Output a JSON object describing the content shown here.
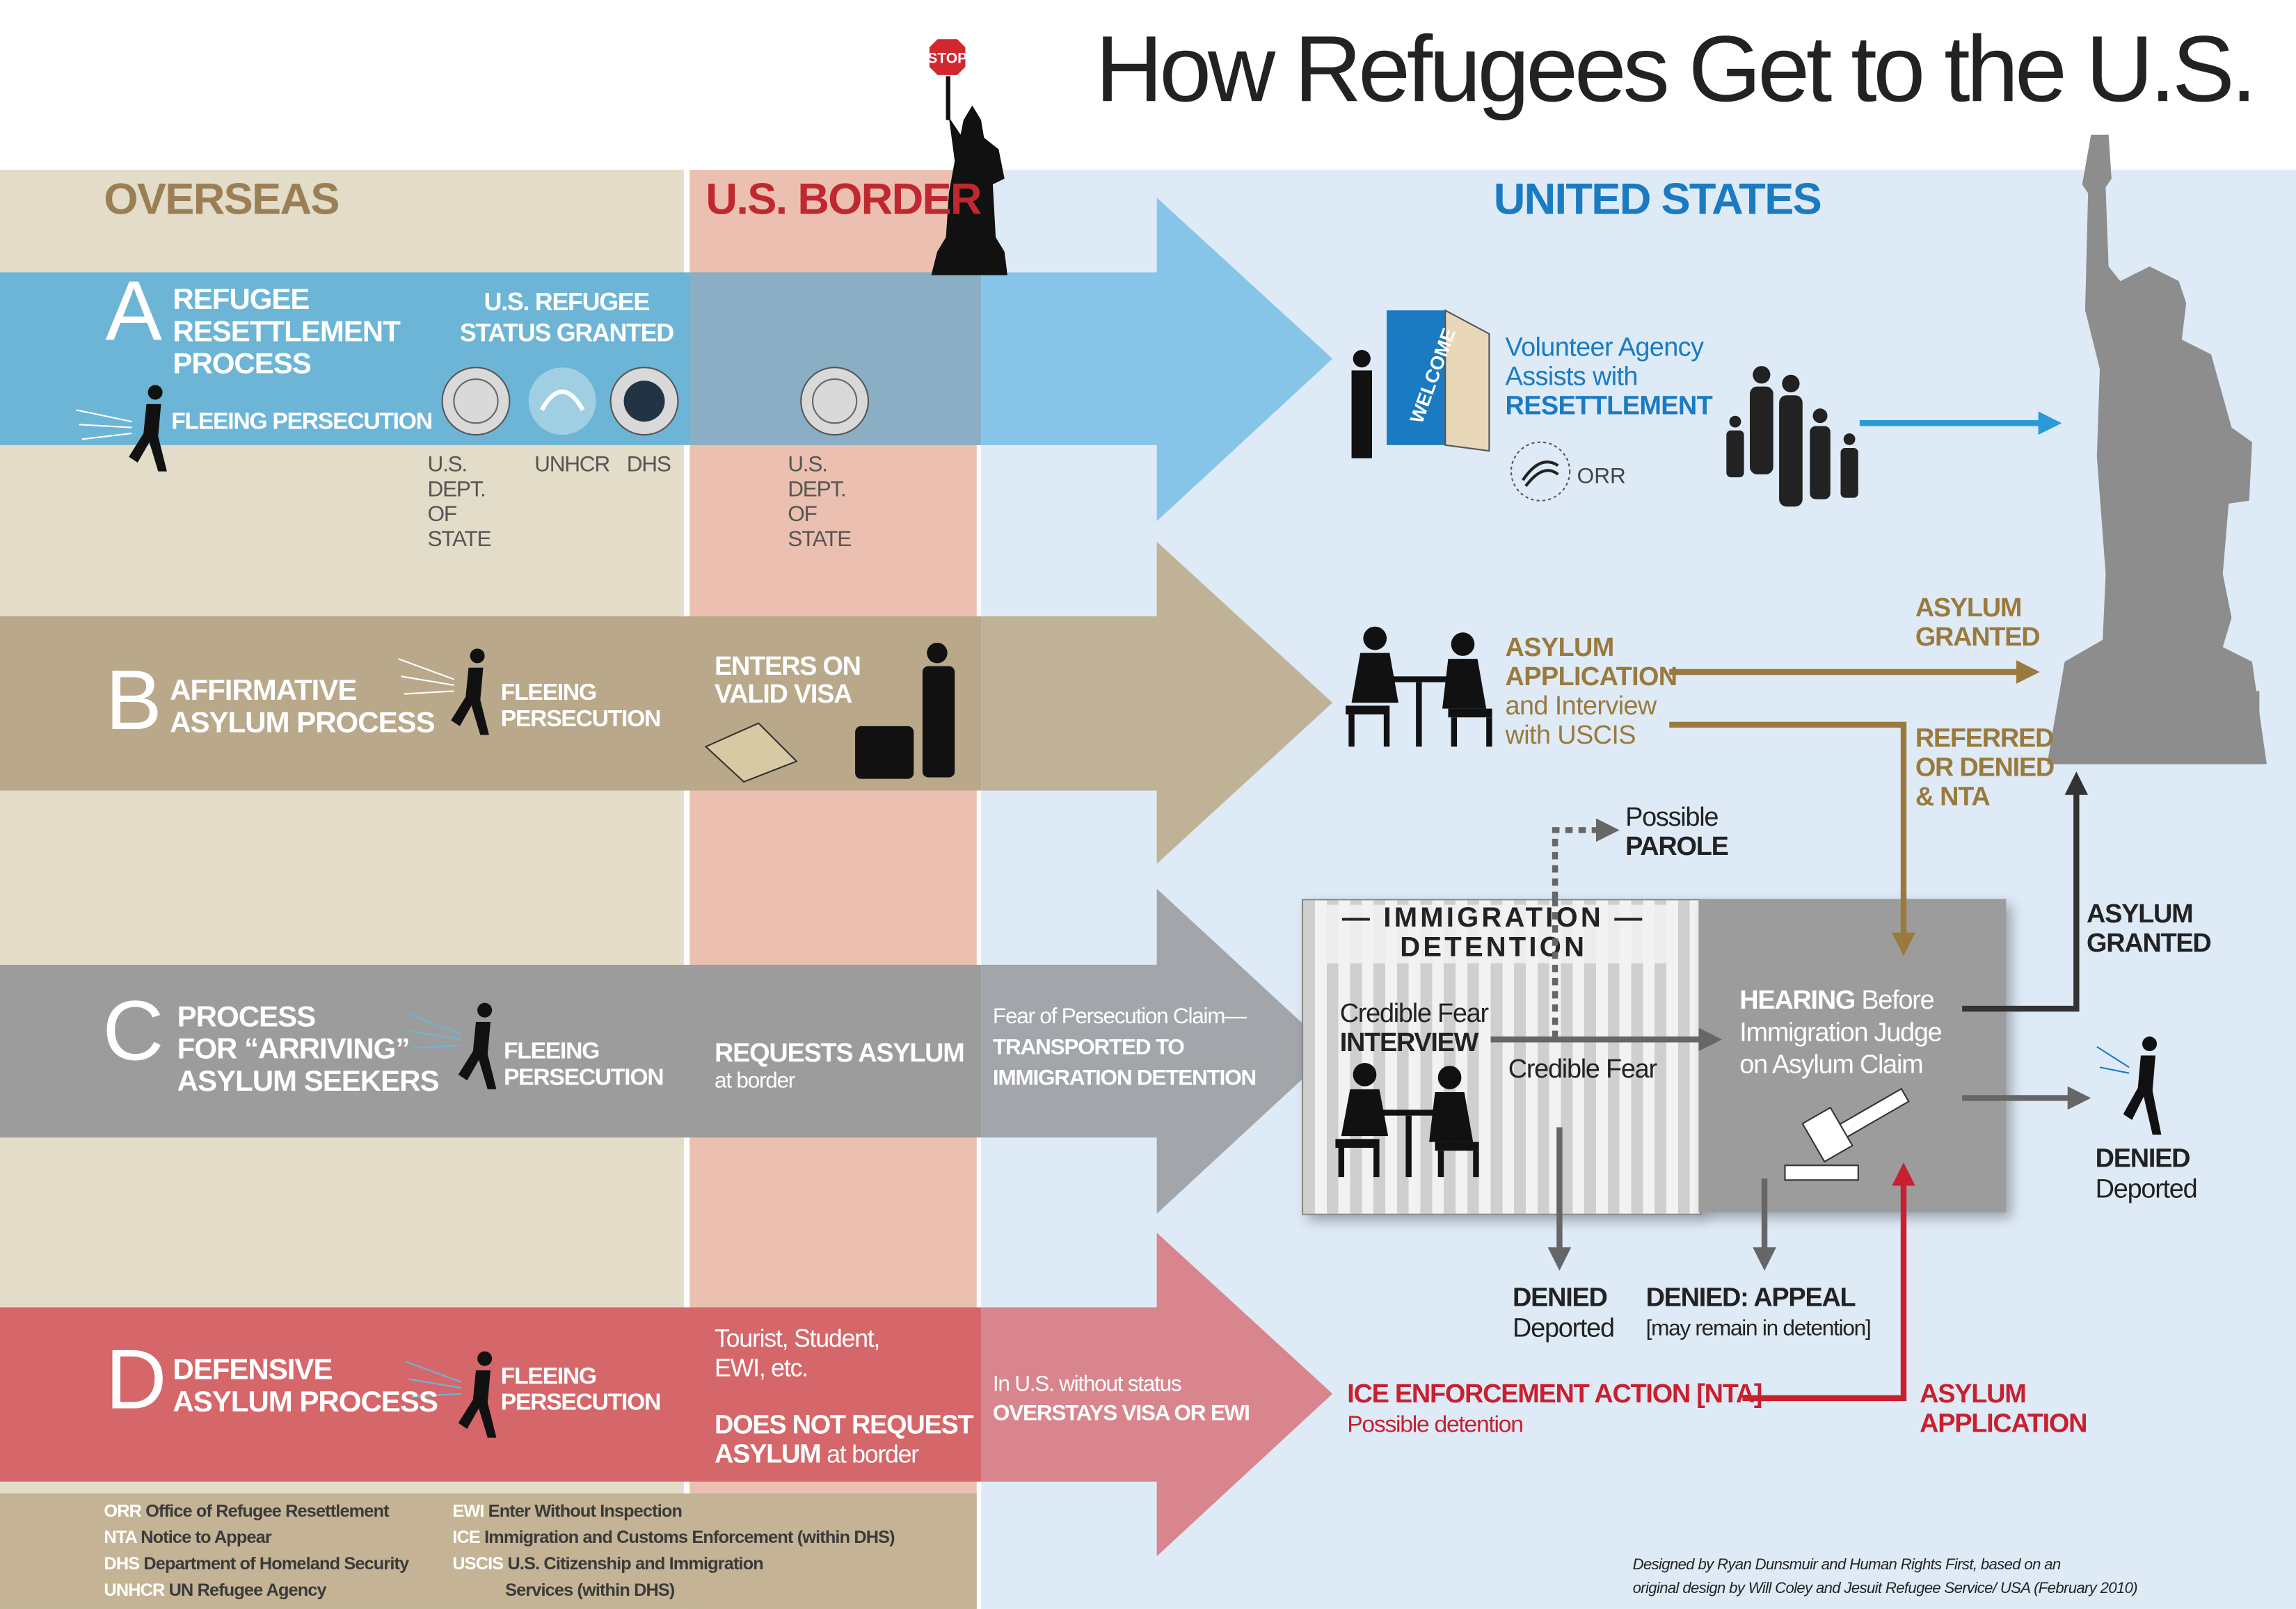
{
  "title": "How Refugees Get to the U.S.",
  "stop_sign": "STOP",
  "columns": {
    "overseas": "OVERSEAS",
    "border": "U.S. BORDER",
    "us": "UNITED STATES"
  },
  "colors": {
    "overseas_bg": "#e3dcc9",
    "border_bg": "#ecc0b1",
    "us_bg": "#deebf7",
    "row_a": "#6db5d6",
    "row_b": "#b9a98a",
    "row_c": "#9c9c9c",
    "row_d": "#d5676a",
    "gold": "#9a7a3c",
    "red": "#c8202e",
    "blue": "#1a7ac2"
  },
  "row_a": {
    "letter": "A",
    "title": [
      "REFUGEE",
      "RESETTLEMENT",
      "PROCESS"
    ],
    "fleeing": "FLEEING PERSECUTION",
    "status": [
      "U.S. REFUGEE",
      "STATUS GRANTED"
    ],
    "agencies": [
      "U.S. DEPT. OF STATE",
      "UNHCR",
      "DHS"
    ],
    "border_agency": "U.S. DEPT. OF STATE",
    "us": {
      "welcome": "WELCOME",
      "line1": "Volunteer Agency",
      "line2": "Assists with",
      "line3": "RESETTLEMENT",
      "orr": "ORR"
    }
  },
  "row_b": {
    "letter": "B",
    "title": [
      "AFFIRMATIVE",
      "ASYLUM PROCESS"
    ],
    "fleeing": [
      "FLEEING",
      "PERSECUTION"
    ],
    "border": [
      "ENTERS ON",
      "VALID VISA"
    ],
    "us": {
      "line1": "ASYLUM",
      "line2": "APPLICATION",
      "line3": "and Interview",
      "line4": "with USCIS",
      "granted": [
        "ASYLUM",
        "GRANTED"
      ],
      "referred": [
        "REFERRED",
        "OR DENIED",
        "& NTA"
      ]
    }
  },
  "row_c": {
    "letter": "C",
    "title": [
      "PROCESS",
      "FOR “ARRIVING”",
      "ASYLUM SEEKERS"
    ],
    "fleeing": [
      "FLEEING",
      "PERSECUTION"
    ],
    "border": {
      "bold": "REQUESTS ASYLUM",
      "light": "at border"
    },
    "transit": {
      "line1": "Fear of Persecution Claim—",
      "line2": "TRANSPORTED TO",
      "line3": "IMMIGRATION DETENTION"
    },
    "parole": {
      "line1": "Possible",
      "line2": "PAROLE"
    },
    "detention": {
      "title1": "IMMIGRATION",
      "title2": "DETENTION",
      "cf1": "Credible Fear",
      "cf2": "INTERVIEW",
      "cf_arrow": "Credible Fear"
    },
    "hearing": {
      "bold": "HEARING",
      "rest1": " Before",
      "line2": "Immigration Judge",
      "line3": "on Asylum Claim"
    },
    "granted": [
      "ASYLUM",
      "GRANTED"
    ],
    "denied_right": {
      "bold": "DENIED",
      "light": "Deported"
    },
    "denied_bottom": {
      "bold": "DENIED",
      "light": "Deported"
    },
    "appeal": {
      "bold": "DENIED: APPEAL",
      "light": "[may remain in detention]"
    }
  },
  "row_d": {
    "letter": "D",
    "title": [
      "DEFENSIVE",
      "ASYLUM PROCESS"
    ],
    "fleeing": [
      "FLEEING",
      "PERSECUTION"
    ],
    "border": {
      "light1": "Tourist, Student,",
      "light2": "EWI, etc.",
      "bold1": "DOES NOT REQUEST",
      "bold2": "ASYLUM",
      "light3": " at border"
    },
    "transit": {
      "line1": "In U.S. without status",
      "line2": "OVERSTAYS VISA OR EWI"
    },
    "ice": {
      "bold": "ICE ENFORCEMENT ACTION [NTA]",
      "light": "Possible detention"
    },
    "application": [
      "ASYLUM",
      "APPLICATION"
    ]
  },
  "glossary": [
    {
      "abbr": "ORR",
      "text": "Office of Refugee Resettlement"
    },
    {
      "abbr": "NTA",
      "text": "Notice to Appear"
    },
    {
      "abbr": "DHS",
      "text": "Department of Homeland Security"
    },
    {
      "abbr": "UNHCR",
      "text": "UN Refugee Agency"
    },
    {
      "abbr": "EWI",
      "text": "Enter Without Inspection"
    },
    {
      "abbr": "ICE",
      "text": "Immigration and Customs Enforcement (within DHS)"
    },
    {
      "abbr": "USCIS",
      "text": "U.S. Citizenship and Immigration"
    },
    {
      "abbr": "",
      "text": "Services (within DHS)"
    }
  ],
  "credit": [
    "Designed by Ryan Dunsmuir and Human Rights First, based on an",
    "original design by Will Coley and Jesuit Refugee Service/ USA (February 2010)"
  ]
}
